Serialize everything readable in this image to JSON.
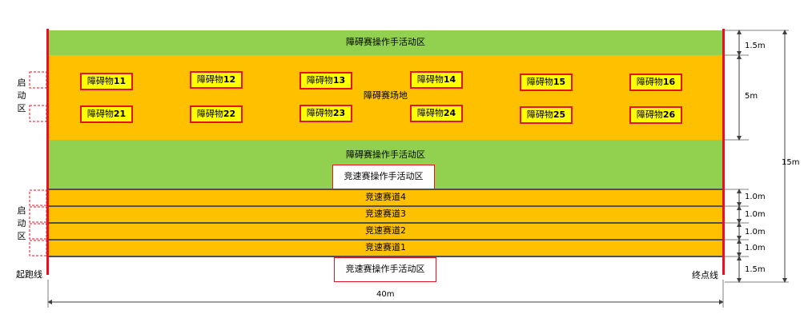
{
  "zones": {
    "top_operator_area": "障碍赛操作手活动区",
    "obstacle_field": "障碍赛场地",
    "middle_operator_area": "障碍赛操作手活动区",
    "speed_operator_area_top": "竞速赛操作手活动区",
    "speed_operator_area_bottom": "竞速赛操作手活动区"
  },
  "obstacles": {
    "prefix": "障碍物",
    "row1": [
      "11",
      "12",
      "13",
      "14",
      "15",
      "16"
    ],
    "row2": [
      "21",
      "22",
      "23",
      "24",
      "25",
      "26"
    ]
  },
  "lanes": [
    "竞速赛道4",
    "竞速赛道3",
    "竞速赛道2",
    "竞速赛道1"
  ],
  "start_zone_top": [
    "启",
    "动",
    "区"
  ],
  "start_zone_bottom": [
    "启",
    "动",
    "区"
  ],
  "start_line": "起跑线",
  "finish_line": "终点线",
  "dimensions": {
    "top_band": "1.5m",
    "obstacle_field": "5m",
    "lane_4": "1.0m",
    "lane_3": "1.0m",
    "lane_2": "1.0m",
    "lane_1": "1.0m",
    "bottom_band": "1.5m",
    "total_height": "15m",
    "total_width": "40m"
  },
  "colors": {
    "green": "#92D050",
    "orange": "#FFC000",
    "obstacle_fill": "#FFFF00",
    "red": "#E81123",
    "lane_line": "#505050"
  }
}
